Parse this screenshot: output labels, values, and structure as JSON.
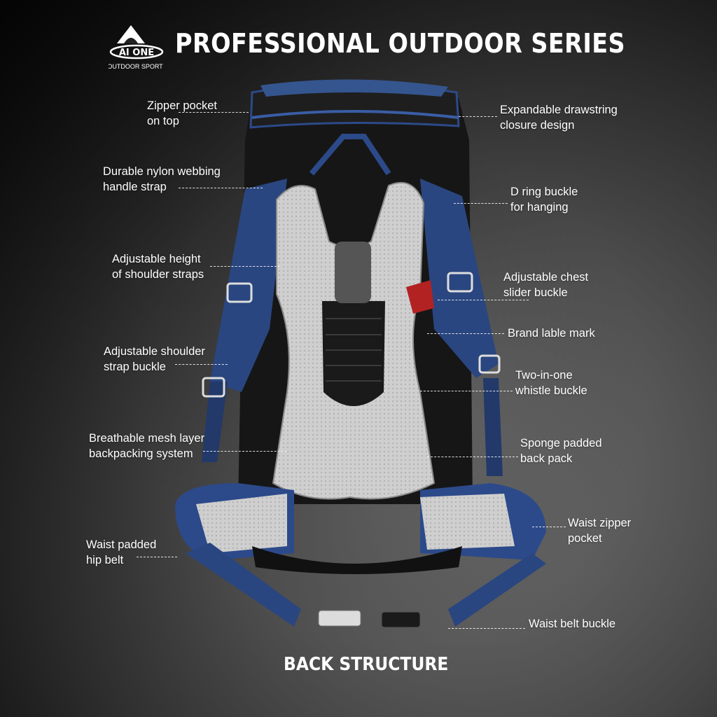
{
  "brand": {
    "name": "AI ONE",
    "tagline": "OUTDOOR SPORT"
  },
  "header": {
    "title": "PROFESSIONAL OUTDOOR SERIES"
  },
  "footer": {
    "title": "BACK STRUCTURE"
  },
  "product": {
    "icon": "backpack-illustration",
    "colors": {
      "body": "#151515",
      "accent": "#2c4a8a",
      "mesh": "#c9c9c9"
    }
  },
  "labels": {
    "zipper_pocket": [
      "Zipper pocket",
      "on top"
    ],
    "drawstring": [
      "Expandable drawstring",
      "closure design"
    ],
    "webbing_handle": [
      "Durable nylon webbing",
      "handle strap"
    ],
    "d_ring": [
      "D ring buckle",
      "for hanging"
    ],
    "shoulder_height": [
      "Adjustable height",
      "of shoulder straps"
    ],
    "chest_slider": [
      "Adjustable chest",
      "slider buckle"
    ],
    "brand_mark": [
      "Brand lable mark"
    ],
    "shoulder_buckle": [
      "Adjustable shoulder",
      "strap buckle"
    ],
    "whistle_buckle": [
      "Two-in-one",
      "whistle buckle"
    ],
    "mesh_system": [
      "Breathable mesh layer",
      "backpacking system"
    ],
    "sponge_pad": [
      "Sponge padded",
      "back pack"
    ],
    "hip_belt": [
      "Waist padded",
      "hip belt"
    ],
    "waist_pocket": [
      "Waist zipper",
      "pocket"
    ],
    "belt_buckle": [
      "Waist belt buckle"
    ]
  }
}
